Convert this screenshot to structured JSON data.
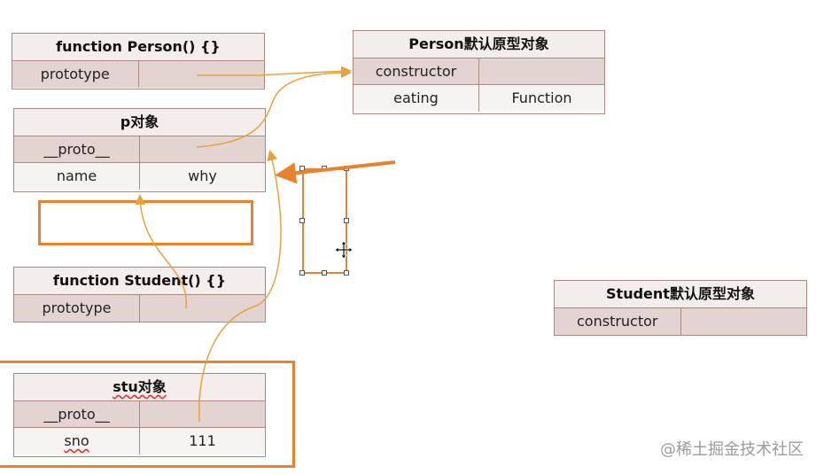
{
  "person_fn": {
    "title": "function Person() {}",
    "rows": [
      [
        "prototype",
        ""
      ]
    ]
  },
  "person_proto": {
    "title": "Person默认原型对象",
    "rows": [
      [
        "constructor",
        ""
      ],
      [
        "eating",
        "Function"
      ]
    ]
  },
  "p_obj": {
    "title": "p对象",
    "rows": [
      [
        "__proto__",
        ""
      ],
      [
        "name",
        "why"
      ]
    ]
  },
  "student_fn": {
    "title": "function Student() {}",
    "rows": [
      [
        "prototype",
        ""
      ]
    ]
  },
  "student_proto": {
    "title": "Student默认原型对象",
    "rows": [
      [
        "constructor",
        ""
      ]
    ]
  },
  "stu_obj": {
    "title": "stu对象",
    "rows": [
      [
        "__proto__",
        ""
      ],
      [
        "sno",
        "111"
      ]
    ]
  },
  "watermark": "@稀土掘金技术社区",
  "colors": {
    "arrow": "#e8a23a",
    "highlight": "#e8822c",
    "border": "#a9897f",
    "shade": "#e3d4d2"
  },
  "icons": {
    "move_cursor": "move-cursor-icon"
  }
}
